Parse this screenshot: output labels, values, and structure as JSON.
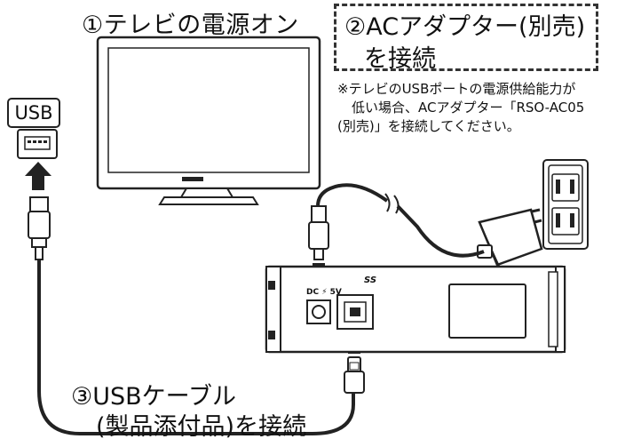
{
  "step1": {
    "text": "①テレビの電源オン"
  },
  "step2": {
    "line1": "②ACアダプター(別売)",
    "line2": "を接続"
  },
  "note": {
    "line1": "※テレビのUSBポートの電源供給能力が",
    "line2": "低い場合、ACアダプター「RSO-AC05",
    "line3": "(別売)」を接続してください。"
  },
  "usb_label": "USB",
  "step3": {
    "line1": "③USBケーブル",
    "line2": "(製品添付品)を接続"
  },
  "device": {
    "dc_label": "DC ⚡ 5V",
    "ss_label": "SS"
  }
}
